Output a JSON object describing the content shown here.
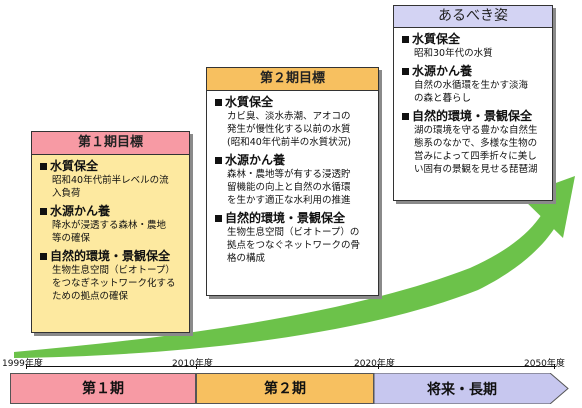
{
  "colors": {
    "arrow": "#6cc24a",
    "period1": "#f79aa4",
    "period2": "#f7c060",
    "period3": "#c7c7ef",
    "card1_body": "#fde9a0"
  },
  "cards": [
    {
      "title": "第１期目標",
      "sections": [
        {
          "heading": "水質保全",
          "text": [
            "昭和40年代前半レベルの流",
            "入負荷"
          ]
        },
        {
          "heading": "水源かん養",
          "text": [
            "降水が浸透する森林・農地",
            "等の確保"
          ]
        },
        {
          "heading": "自然的環境・景観保全",
          "text": [
            "生物生息空間（ビオトープ）",
            "をつなぎネットワーク化する",
            "ための拠点の確保"
          ]
        }
      ]
    },
    {
      "title": "第２期目標",
      "sections": [
        {
          "heading": "水質保全",
          "text": [
            "カビ臭、淡水赤潮、アオコの",
            "発生が慢性化する以前の水質",
            "(昭和40年代前半の水質状況)"
          ]
        },
        {
          "heading": "水源かん養",
          "text": [
            "森林・農地等が有する浸透貯",
            "留機能の向上と自然の水循環",
            "を生かす適正な水利用の推進"
          ]
        },
        {
          "heading": "自然的環境・景観保全",
          "text": [
            "生物生息空間（ビオトープ）の",
            "拠点をつなぐネットワークの骨",
            "格の構成"
          ]
        }
      ]
    },
    {
      "title": "あるべき姿",
      "sections": [
        {
          "heading": "水質保全",
          "text": [
            "昭和30年代の水質"
          ]
        },
        {
          "heading": "水源かん養",
          "text": [
            "自然の水循環を生かす淡海",
            "の森と暮らし"
          ]
        },
        {
          "heading": "自然的環境・景観保全",
          "text": [
            "湖の環境を守る豊かな自然生",
            "態系のなかで、多様な生物の",
            "営みによって四季折々に美し",
            "い固有の景観を見せる琵琶湖"
          ]
        }
      ]
    }
  ],
  "timeline": {
    "years": [
      "1999年度",
      "2010年度",
      "2020年度",
      "2050年度"
    ],
    "periods": [
      "第１期",
      "第２期",
      "将来・長期"
    ]
  }
}
